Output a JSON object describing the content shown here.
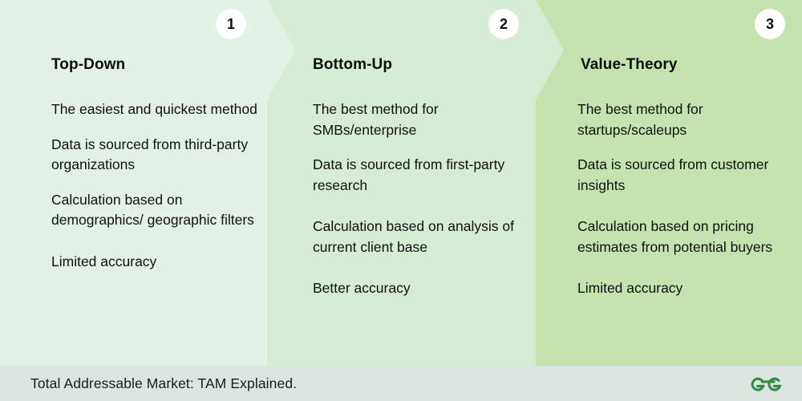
{
  "theme": {
    "column_1_bg": "#e4f1e6",
    "column_2_bg": "#d7ecd4",
    "column_3_bg": "#c5e3ae",
    "footer_bg": "#dde5e0",
    "badge_bg": "#ffffff",
    "text_color": "#111111",
    "logo_color": "#2f8d46"
  },
  "columns": [
    {
      "number": "1",
      "title": "Top-Down",
      "bullets": [
        "The easiest and quickest method",
        "Data is sourced from third-party organizations",
        "Calculation based on demographics/ geographic filters",
        "Limited accuracy"
      ]
    },
    {
      "number": "2",
      "title": "Bottom-Up",
      "bullets": [
        "The best method for SMBs/enterprise",
        "Data is sourced from first-party research",
        "Calculation based on analysis of current client base",
        "Better accuracy"
      ]
    },
    {
      "number": "3",
      "title": "Value-Theory",
      "bullets": [
        "The best method for startups/scaleups",
        "Data is sourced from customer insights",
        "Calculation based on pricing estimates from potential buyers",
        "Limited accuracy"
      ]
    }
  ],
  "footer": {
    "title": "Total Addressable Market: TAM Explained.",
    "logo_name": "geeksforgeeks-logo"
  }
}
